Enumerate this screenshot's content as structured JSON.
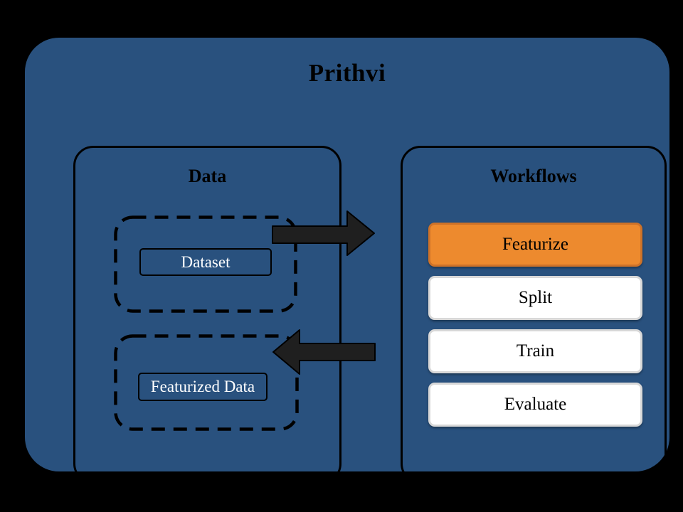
{
  "app": {
    "title": "Prithvi"
  },
  "colors": {
    "canvas_background": "#000000",
    "container_fill": "#29517E",
    "outline": "#000000",
    "featurize_fill": "#ED8A2E",
    "featurize_border": "#CD7229",
    "workflow_button_fill": "#FFFFFF",
    "workflow_button_border": "#D8D8D8",
    "arrow_fill": "#1F1F1F",
    "label_on_dark": "#FFFFFF",
    "label_on_light": "#000000"
  },
  "data_panel": {
    "title": "Data",
    "items": [
      {
        "label": "Dataset"
      },
      {
        "label": "Featurized Data"
      }
    ]
  },
  "workflows_panel": {
    "title": "Workflows",
    "buttons": [
      {
        "label": "Featurize",
        "state": "highlighted"
      },
      {
        "label": "Split",
        "state": "default"
      },
      {
        "label": "Train",
        "state": "default"
      },
      {
        "label": "Evaluate",
        "state": "default"
      }
    ]
  },
  "arrows": [
    {
      "name": "data-to-workflows-arrow",
      "direction": "right"
    },
    {
      "name": "workflows-to-data-arrow",
      "direction": "left"
    }
  ]
}
